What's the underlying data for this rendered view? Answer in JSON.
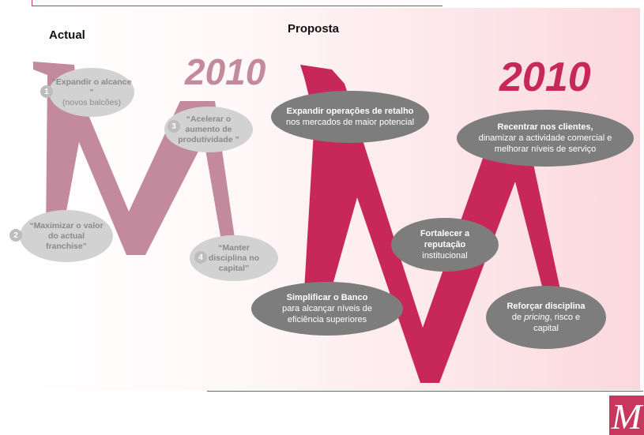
{
  "labels": {
    "actual": "Actual",
    "proposta": "Proposta"
  },
  "years": {
    "actual": "2010",
    "proposta": "2010"
  },
  "actual_items": [
    {
      "num": "1",
      "bold": "“Expandir o alcance ”",
      "rest": "(novos balcões)"
    },
    {
      "num": "2",
      "bold": "“Maximizar o valor do actual franchise”",
      "rest": ""
    },
    {
      "num": "3",
      "bold": "“Acelerar o aumento de produtividade ”",
      "rest": ""
    },
    {
      "num": "4",
      "bold": "“Manter disciplina no capital”",
      "rest": ""
    }
  ],
  "proposta_items": [
    {
      "bold": "Expandir operações de retalho",
      "rest": " nos mercados de maior potencial"
    },
    {
      "bold": "Simplificar o Banco",
      "rest": "para alcançar níveis de eficiência superiores"
    },
    {
      "bold": "Fortalecer a reputação",
      "rest": "institucional"
    },
    {
      "bold": "Recentrar nos clientes,",
      "rest": "dinamizar a actividade comercial e melhorar níveis de serviço"
    },
    {
      "bold": "Reforçar disciplina",
      "rest_pre": "de ",
      "rest_italic": "pricing",
      "rest_post": ", risco e capital"
    }
  ],
  "logo": {
    "letter": "M"
  },
  "colors": {
    "accent": "#c8375e",
    "faded": "#c28a9c",
    "dark_bubble": "#7d7d7d",
    "light_bubble": "#d2d2d2"
  }
}
